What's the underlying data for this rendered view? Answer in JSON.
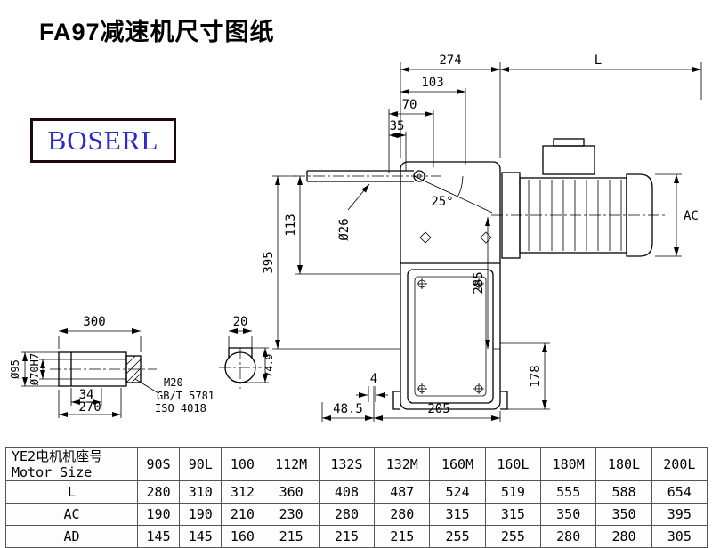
{
  "title": "FA97减速机尺寸图纸",
  "logo": "BOSERL",
  "dims": {
    "n274": "274",
    "L": "L",
    "n103": "103",
    "n70": "70",
    "n35": "35",
    "a25": "25°",
    "d26": "Ø26",
    "n113": "113",
    "n395": "395",
    "n285": "285",
    "AC": "AC",
    "n178": "178",
    "n4": "4",
    "n48_5": "48.5",
    "n205": "205",
    "n300": "300",
    "n20": "20",
    "d95": "Ø95",
    "d70": "Ø70H7",
    "n34": "34",
    "n270": "270",
    "m20": "M20",
    "gbt": "GB/T 5781",
    "iso": "ISO 4018",
    "n74_9": "74.9"
  },
  "table": {
    "header_cn": "YE2电机机座号",
    "header_en": "Motor Size",
    "columns": [
      "90S",
      "90L",
      "100",
      "112M",
      "132S",
      "132M",
      "160M",
      "160L",
      "180M",
      "180L",
      "200L"
    ],
    "rows": [
      {
        "label": "L",
        "values": [
          "280",
          "310",
          "312",
          "360",
          "408",
          "487",
          "524",
          "519",
          "555",
          "588",
          "654"
        ]
      },
      {
        "label": "AC",
        "values": [
          "190",
          "190",
          "210",
          "230",
          "280",
          "280",
          "315",
          "315",
          "350",
          "350",
          "395"
        ]
      },
      {
        "label": "AD",
        "values": [
          "145",
          "145",
          "160",
          "215",
          "215",
          "215",
          "255",
          "255",
          "280",
          "280",
          "305"
        ]
      }
    ]
  }
}
